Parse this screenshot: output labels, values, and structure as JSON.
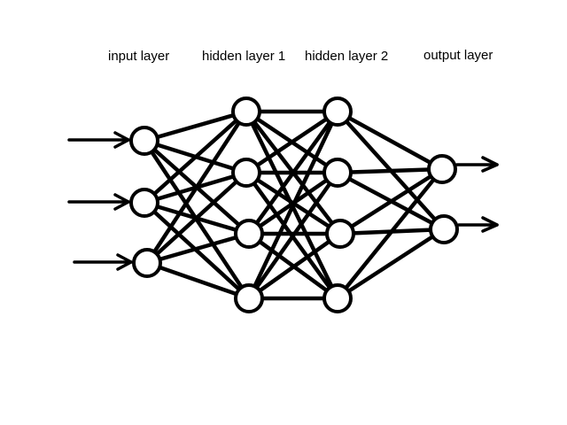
{
  "diagram": {
    "labels": {
      "input": "input layer",
      "hidden1": "hidden layer 1",
      "hidden2": "hidden layer 2",
      "output": "output layer"
    },
    "layers": [
      {
        "key": "input",
        "nodes": 3
      },
      {
        "key": "hidden1",
        "nodes": 4
      },
      {
        "key": "hidden2",
        "nodes": 4
      },
      {
        "key": "output",
        "nodes": 2
      }
    ],
    "connectivity": "fully-connected",
    "input_arrows": 3,
    "output_arrows": 2,
    "colors": {
      "stroke": "#000000",
      "background": "#ffffff"
    }
  }
}
